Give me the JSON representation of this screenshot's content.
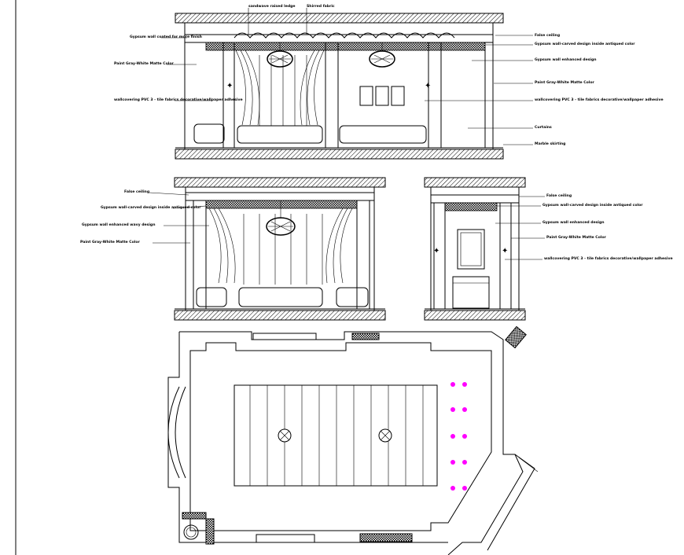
{
  "title": "",
  "elevation_1": {
    "top_labels": [
      "sandwave raised ledge",
      "Shirred fabric"
    ],
    "left_labels": [
      "Gypsum wall coated for more finish",
      "Paint Gray-White Matte Color",
      "wallcovering PVC 3 - tile fabrics decorative/wallpaper adhesive"
    ],
    "right_labels": [
      "False ceiling",
      "Gypsum wall-carved design inside antiqued color",
      "Gypsum wall enhanced design",
      "Paint Gray-White Matte Color",
      "wallcovering PVC 3 - tile fabrics decorative/wallpaper adhesive",
      "Curtains",
      "Marble skirting"
    ]
  },
  "elevation_2": {
    "left_labels": [
      "False ceiling",
      "Gypsum wall-carved design inside antiqued color",
      "Gypsum wall enhanced wavy design",
      "Paint Gray-White Matte Color"
    ]
  },
  "elevation_3": {
    "right_labels": [
      "False ceiling",
      "Gypsum wall-carved design inside antiqued color",
      "Gypsum wall enhanced design",
      "Paint Gray-White Matte Color",
      "wallcovering PVC 3 - tile fabrics decorative/wallpaper adhesive"
    ]
  },
  "colors": {
    "line": "#000000",
    "spot_light": "#ff00ff"
  }
}
